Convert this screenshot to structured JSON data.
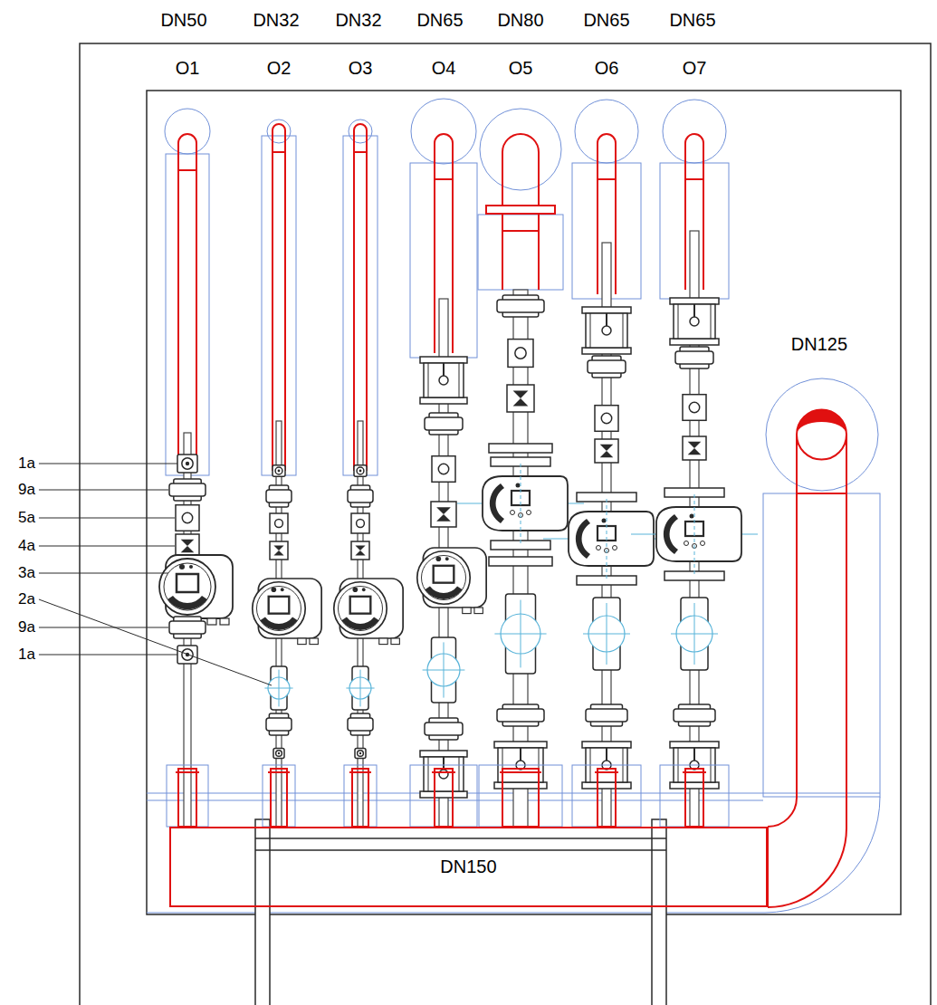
{
  "diagram": {
    "nodes": [
      {
        "text": [
          "DN150"
        ]
      }
    ],
    "labels": [
      "DN50",
      "DN32",
      "DN32",
      "DN65",
      "DN80",
      "DN65",
      "DN65",
      "O1",
      "O2",
      "O3",
      "O4",
      "O5",
      "O6",
      "O7",
      "DN125",
      "1a",
      "9a",
      "5a",
      "4a",
      "3a",
      "2a",
      "9a",
      "1a"
    ]
  }
}
